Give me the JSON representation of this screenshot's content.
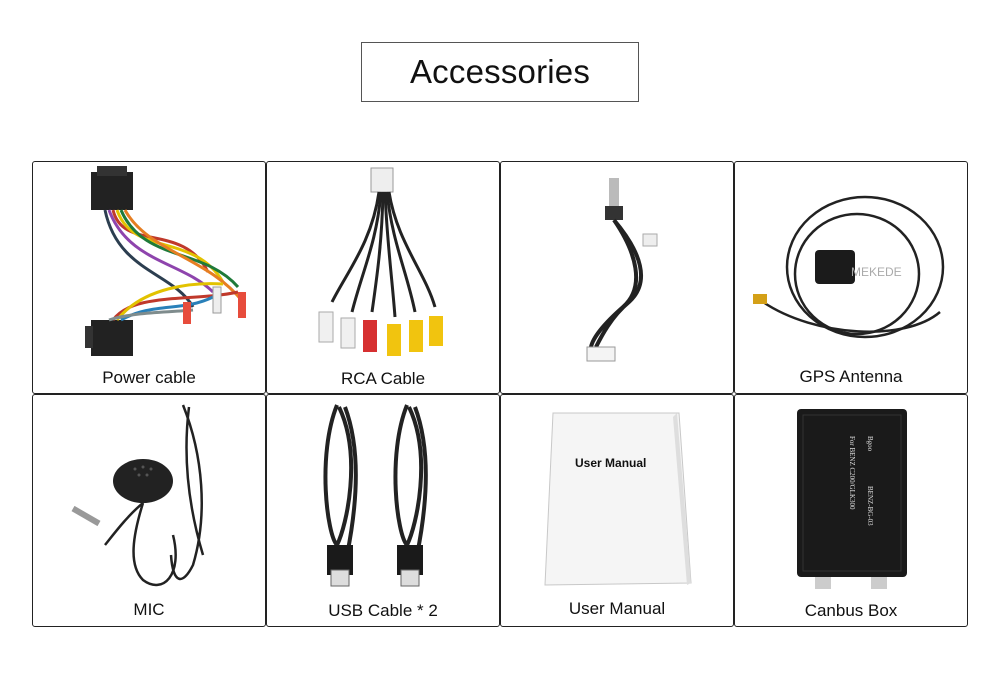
{
  "page": {
    "title": "Accessories"
  },
  "items": [
    {
      "label": "Power cable",
      "icon": "power-cable-icon"
    },
    {
      "label": "RCA Cable",
      "icon": "rca-cable-icon"
    },
    {
      "label": "",
      "icon": "antenna-adapter-icon"
    },
    {
      "label": "GPS Antenna",
      "icon": "gps-antenna-icon",
      "watermark": "MEKEDE"
    },
    {
      "label": "MIC",
      "icon": "microphone-icon"
    },
    {
      "label": "USB Cable * 2",
      "icon": "usb-cable-icon"
    },
    {
      "label": "User Manual",
      "icon": "user-manual-icon",
      "cover_text": "User Manual"
    },
    {
      "label": "Canbus Box",
      "icon": "canbus-box-icon",
      "brand": "Bgoo",
      "model_text": "For BENZ C200/GLK300",
      "side_text": "BENZ-BG-03"
    }
  ]
}
